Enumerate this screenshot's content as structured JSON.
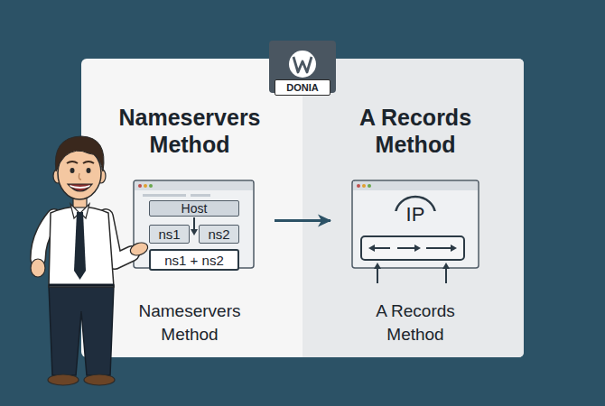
{
  "diagram": {
    "nodes": [
      {
        "text": [
          "DONIA"
        ]
      },
      {
        "text": [
          "Nameservers Method",
          "Nameservers Method"
        ]
      },
      {
        "text": [
          "Host"
        ],
        "in": 1
      },
      {
        "text": [
          "ns1"
        ],
        "in": 1
      },
      {
        "text": [
          "ns2"
        ],
        "in": 1
      },
      {
        "text": [
          "ns1 + ns2"
        ],
        "in": 1
      },
      {
        "text": [
          "A Records Method",
          "A Records Method"
        ]
      },
      {
        "text": [
          "IP"
        ],
        "in": 6
      }
    ],
    "edges": [
      {
        "from": 1,
        "to": 6,
        "arrow": "to"
      }
    ]
  }
}
